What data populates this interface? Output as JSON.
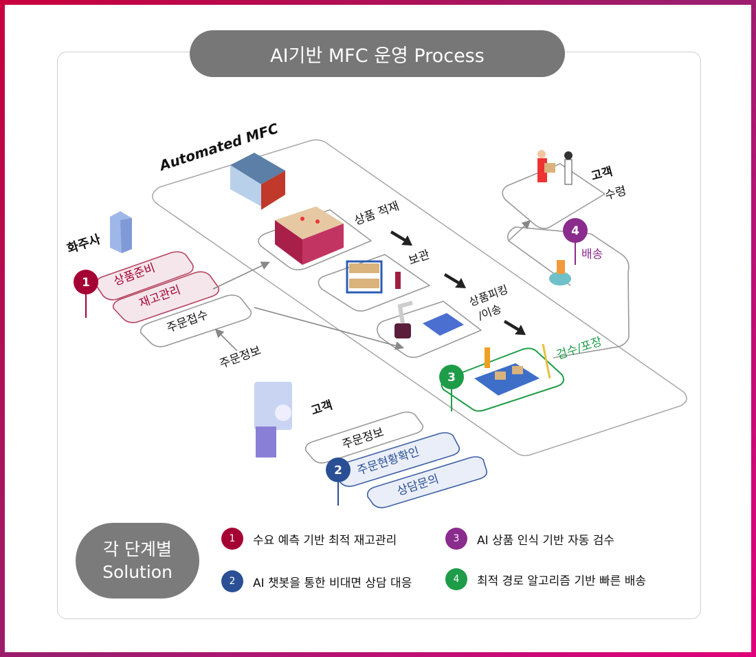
{
  "title": "AI기반 MFC 운영 Process",
  "diagram": {
    "mfc_label": "Automated MFC",
    "shipper": "화주사",
    "stage1": {
      "num": "1",
      "items": [
        "상품준비",
        "재고관리"
      ]
    },
    "order_receive": "주문접수",
    "order_info_arrow": "주문정보",
    "customer_left": "고객",
    "stage2": {
      "num": "2",
      "items": [
        "주문정보",
        "주문현황확인",
        "상담문의"
      ]
    },
    "flow": [
      "상품 적재",
      "보관",
      "상품피킹",
      "/이송"
    ],
    "stage3": {
      "num": "3",
      "label": "검수/포장"
    },
    "stage4": {
      "num": "4",
      "label": "배송"
    },
    "customer_receive": [
      "고객",
      "수령"
    ]
  },
  "legend": {
    "heading": [
      "각 단계별",
      "Solution"
    ],
    "items": [
      {
        "num": "1",
        "text": "수요 예측 기반 최적 재고관리",
        "color": "#a50034"
      },
      {
        "num": "2",
        "text": "AI 챗봇을 통한 비대면 상담 대응",
        "color": "#2b4f95"
      },
      {
        "num": "3",
        "text": "AI 상품 인식 기반 자동 검수",
        "color": "#8a2b8e"
      },
      {
        "num": "4",
        "text": "최적 경로 알고리즘 기반 빠른 배송",
        "color": "#1e9c48"
      }
    ]
  }
}
